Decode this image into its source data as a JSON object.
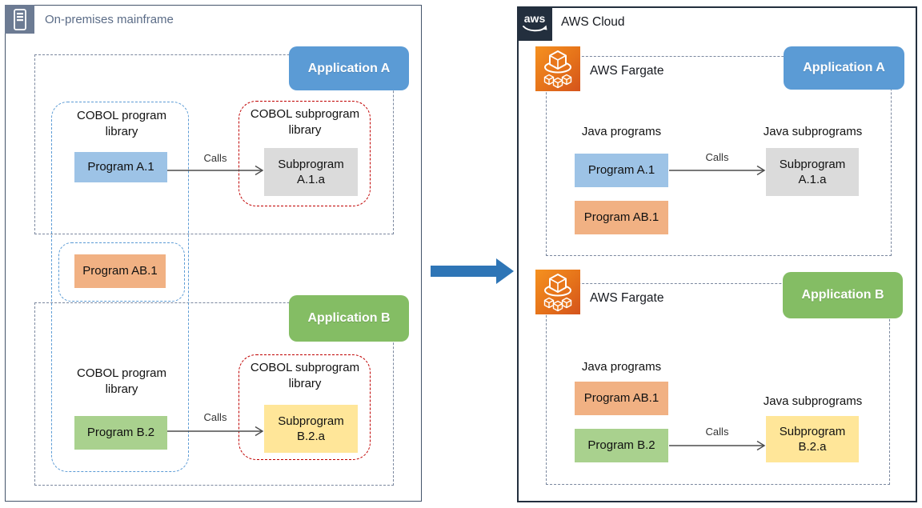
{
  "colors": {
    "onprem_border": "#44546A",
    "onprem_icon_bg": "#6C7B93",
    "aws_border": "#232F3E",
    "boundary_dash": "#7A879E",
    "library_dash_blue": "#5B9BD5",
    "library_dash_red": "#C00000",
    "application_a": "#5B9BD5",
    "application_b": "#84BD64",
    "program_blue": "#9DC3E6",
    "program_orange": "#F1B183",
    "program_green": "#A9D18E",
    "subprogram_gray": "#DBDBDB",
    "subprogram_yellow": "#FFE699",
    "migration_arrow": "#2E75B6",
    "fargate_orange": "#E5721A"
  },
  "onprem": {
    "title": "On-premises mainframe",
    "app_a_label": "Application A",
    "app_b_label": "Application B",
    "cobol_program_library_a": "COBOL program library",
    "cobol_program_library_b": "COBOL program library",
    "cobol_subprogram_library_a": "COBOL subprogram library",
    "cobol_subprogram_library_b": "COBOL subprogram library",
    "program_a1": "Program A.1",
    "program_ab1": "Program AB.1",
    "program_b2": "Program B.2",
    "subprogram_a1a": "Subprogram A.1.a",
    "subprogram_b2a": "Subprogram B.2.a",
    "calls_a": "Calls",
    "calls_b": "Calls"
  },
  "aws": {
    "title": "AWS Cloud",
    "logo": "aws",
    "fargate_a": "AWS Fargate",
    "fargate_b": "AWS Fargate",
    "app_a_label": "Application A",
    "app_b_label": "Application B",
    "java_programs_a": "Java programs",
    "java_subprograms_a": "Java subprograms",
    "java_programs_b": "Java programs",
    "java_subprograms_b": "Java subprograms",
    "program_a1": "Program A.1",
    "program_ab1_a": "Program AB.1",
    "program_ab1_b": "Program AB.1",
    "program_b2": "Program B.2",
    "subprogram_a1a": "Subprogram A.1.a",
    "subprogram_b2a": "Subprogram B.2.a",
    "calls_a": "Calls",
    "calls_b": "Calls"
  }
}
